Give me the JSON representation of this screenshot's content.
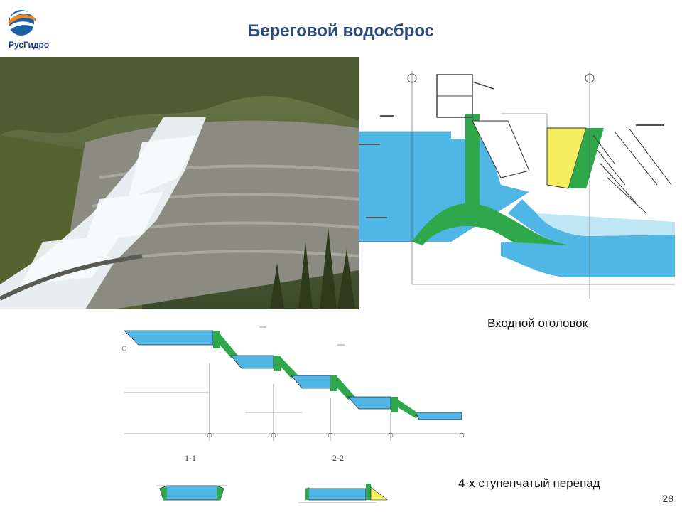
{
  "logo": {
    "text": "РусГидро",
    "icon": "rushydro-logo-icon",
    "colors": [
      "#f08a1c",
      "#1b5fa8"
    ]
  },
  "slide": {
    "title": "Береговой водосброс",
    "page_number": "28"
  },
  "figures": {
    "photo": {
      "description_icon": "spillway-photo"
    },
    "inlet": {
      "caption": "Входной оголовок"
    },
    "steps": {
      "caption": "4-х ступенчатый перепад"
    },
    "sections": {
      "label_1": "1-1",
      "label_2": "2-2"
    }
  },
  "colors": {
    "title": "#2b4c7e",
    "water": "#4fb6e6",
    "concrete": "#2ea84a",
    "soil": "#f2ee60"
  }
}
